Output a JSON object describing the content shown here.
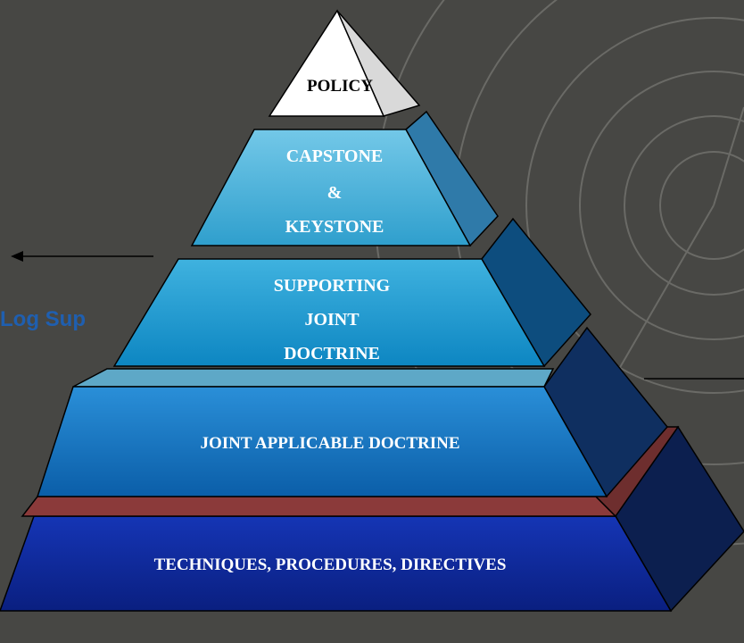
{
  "background_color": "#474744",
  "side_text": "Log Sup",
  "pyramid": {
    "policy": {
      "label": "POLICY",
      "color": "#ffffff"
    },
    "capstone": {
      "line1": "CAPSTONE",
      "line2": "&",
      "line3": "KEYSTONE",
      "color": "#4fb3d8"
    },
    "supporting": {
      "line1": "SUPPORTING",
      "line2": "JOINT",
      "line3": "DOCTRINE",
      "color": "#1f97cf"
    },
    "joint_applicable": {
      "label": "JOINT APPLICABLE DOCTRINE",
      "color": "#1577c4"
    },
    "divider_color": "#8b3a3a",
    "techniques": {
      "label": "TECHNIQUES, PROCEDURES, DIRECTIVES",
      "color": "#0f2a9c"
    }
  },
  "icons": {
    "left_arrow": "left-arrow-icon",
    "right_line": "connector-line"
  }
}
